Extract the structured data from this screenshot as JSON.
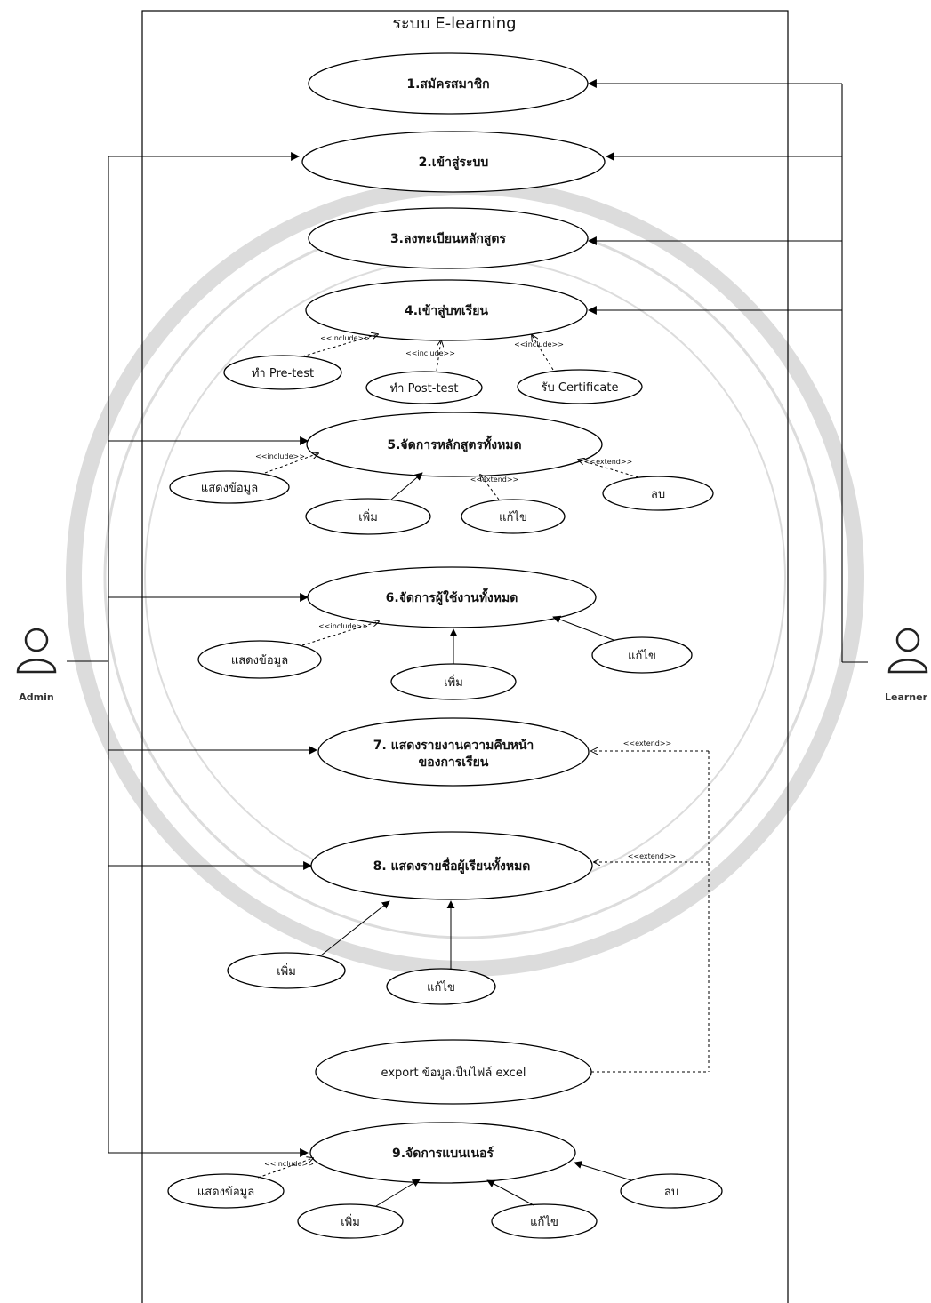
{
  "system_title": "ระบบ E-learning",
  "actors": {
    "admin": "Admin",
    "learner": "Learner"
  },
  "use_cases": {
    "uc1": "1.สมัครสมาชิก",
    "uc2": "2.เข้าสู่ระบบ",
    "uc3": "3.ลงทะเบียนหลักสูตร",
    "uc4": "4.เข้าสู่บทเรียน",
    "pretest": "ทำ Pre-test",
    "posttest": "ทำ Post-test",
    "cert": "รับ Certificate",
    "uc5": "5.จัดการหลักสูตรทั้งหมด",
    "uc5_show": "แสดงข้อมูล",
    "uc5_add": "เพิ่ม",
    "uc5_edit": "แก้ไข",
    "uc5_del": "ลบ",
    "uc6": "6.จัดการผู้ใช้งานทั้งหมด",
    "uc6_show": "แสดงข้อมูล",
    "uc6_add": "เพิ่ม",
    "uc6_edit": "แก้ไข",
    "uc7_line1": "7. แสดงรายงานความคืบหน้า",
    "uc7_line2": "ของการเรียน",
    "uc8": "8. แสดงรายชื่อผู้เรียนทั้งหมด",
    "uc8_add": "เพิ่ม",
    "uc8_edit": "แก้ไข",
    "export": "export ข้อมูลเป็นไฟล์ excel",
    "uc9": "9.จัดการแบนเนอร์",
    "uc9_show": "แสดงข้อมูล",
    "uc9_add": "เพิ่ม",
    "uc9_edit": "แก้ไข",
    "uc9_del": "ลบ"
  },
  "stereotypes": {
    "include": "<<include>>",
    "extend": "<<extend>>"
  }
}
